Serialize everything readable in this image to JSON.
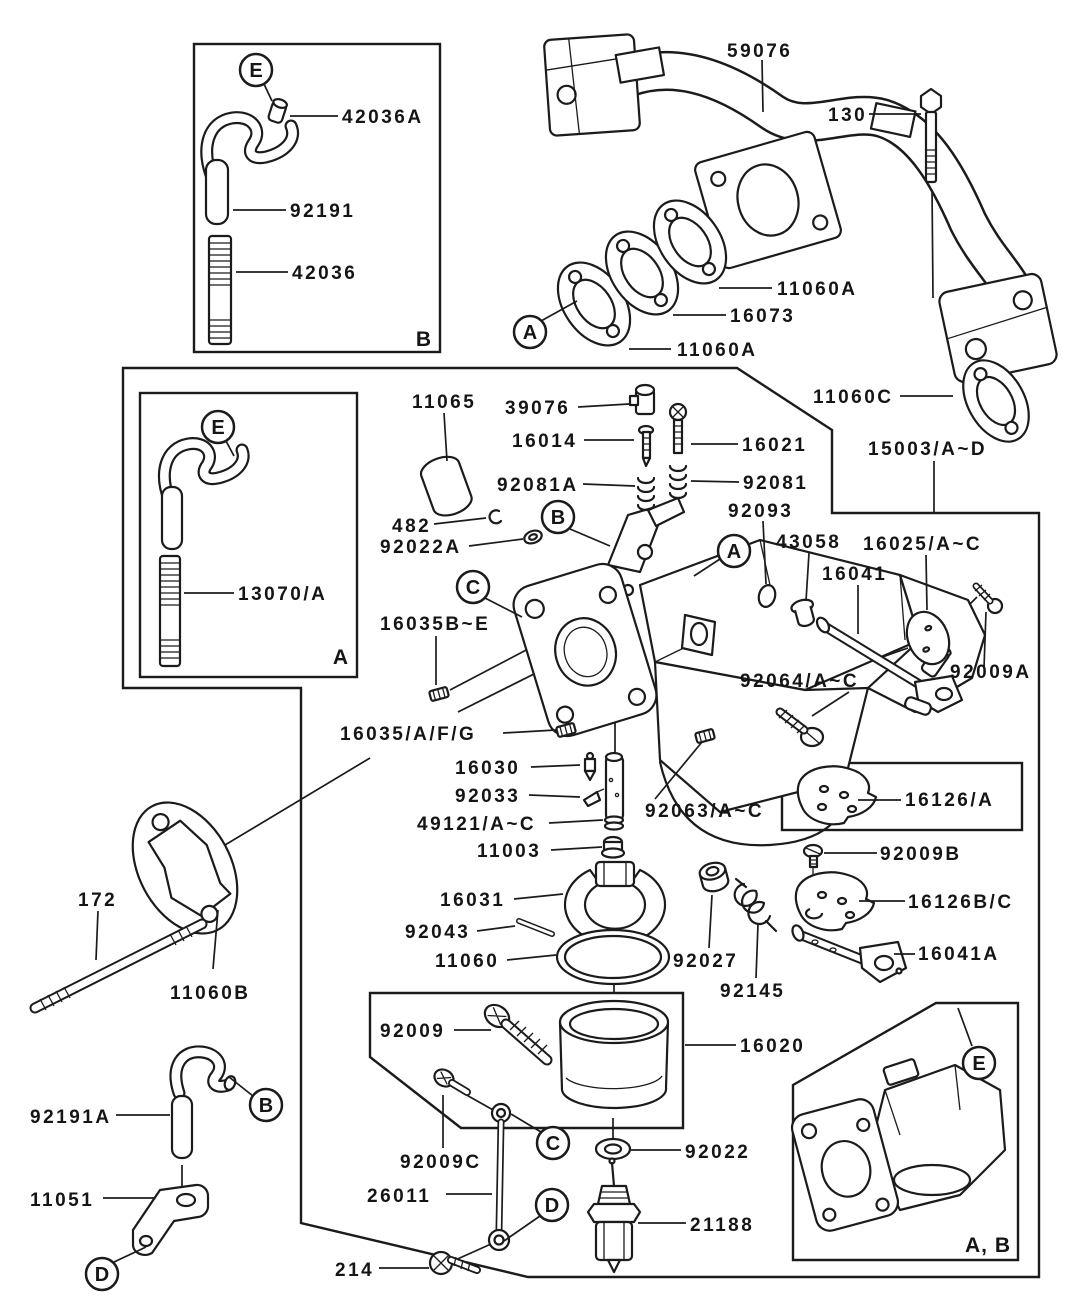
{
  "parts": {
    "p59076": "59076",
    "p130": "130",
    "p11060A": "11060A",
    "p16073": "16073",
    "p11060C": "11060C",
    "p15003": "15003/A~D",
    "p42036A": "42036A",
    "p92191": "92191",
    "p42036": "42036",
    "p13070": "13070/A",
    "p11065": "11065",
    "p39076": "39076",
    "p16014": "16014",
    "p16021": "16021",
    "p92081A": "92081A",
    "p92081": "92081",
    "p92093": "92093",
    "p482": "482",
    "p92022A": "92022A",
    "p43058": "43058",
    "p16025": "16025/A~C",
    "p16041": "16041",
    "p16035BE": "16035B~E",
    "p92009A": "92009A",
    "p92064": "92064/A~C",
    "p16035AFG": "16035/A/F/G",
    "p16030": "16030",
    "p92033": "92033",
    "p49121": "49121/A~C",
    "p11003": "11003",
    "p92063": "92063/A~C",
    "p16031": "16031",
    "p92043": "92043",
    "p11060": "11060",
    "p92027": "92027",
    "p92145": "92145",
    "p16126A": "16126/A",
    "p92009B": "92009B",
    "p16126BC": "16126B/C",
    "p16041A": "16041A",
    "p172": "172",
    "p11060B": "11060B",
    "p92191A": "92191A",
    "p11051": "11051",
    "p92009": "92009",
    "p16020": "16020",
    "p92009C": "92009C",
    "p26011": "26011",
    "p214": "214",
    "p92022": "92022",
    "p21188": "21188"
  },
  "callouts": {
    "a": "A",
    "b": "B",
    "c": "C",
    "d": "D",
    "e": "E"
  },
  "frames": {
    "box_a": "A",
    "box_b": "B",
    "box_ab": "A, B"
  }
}
